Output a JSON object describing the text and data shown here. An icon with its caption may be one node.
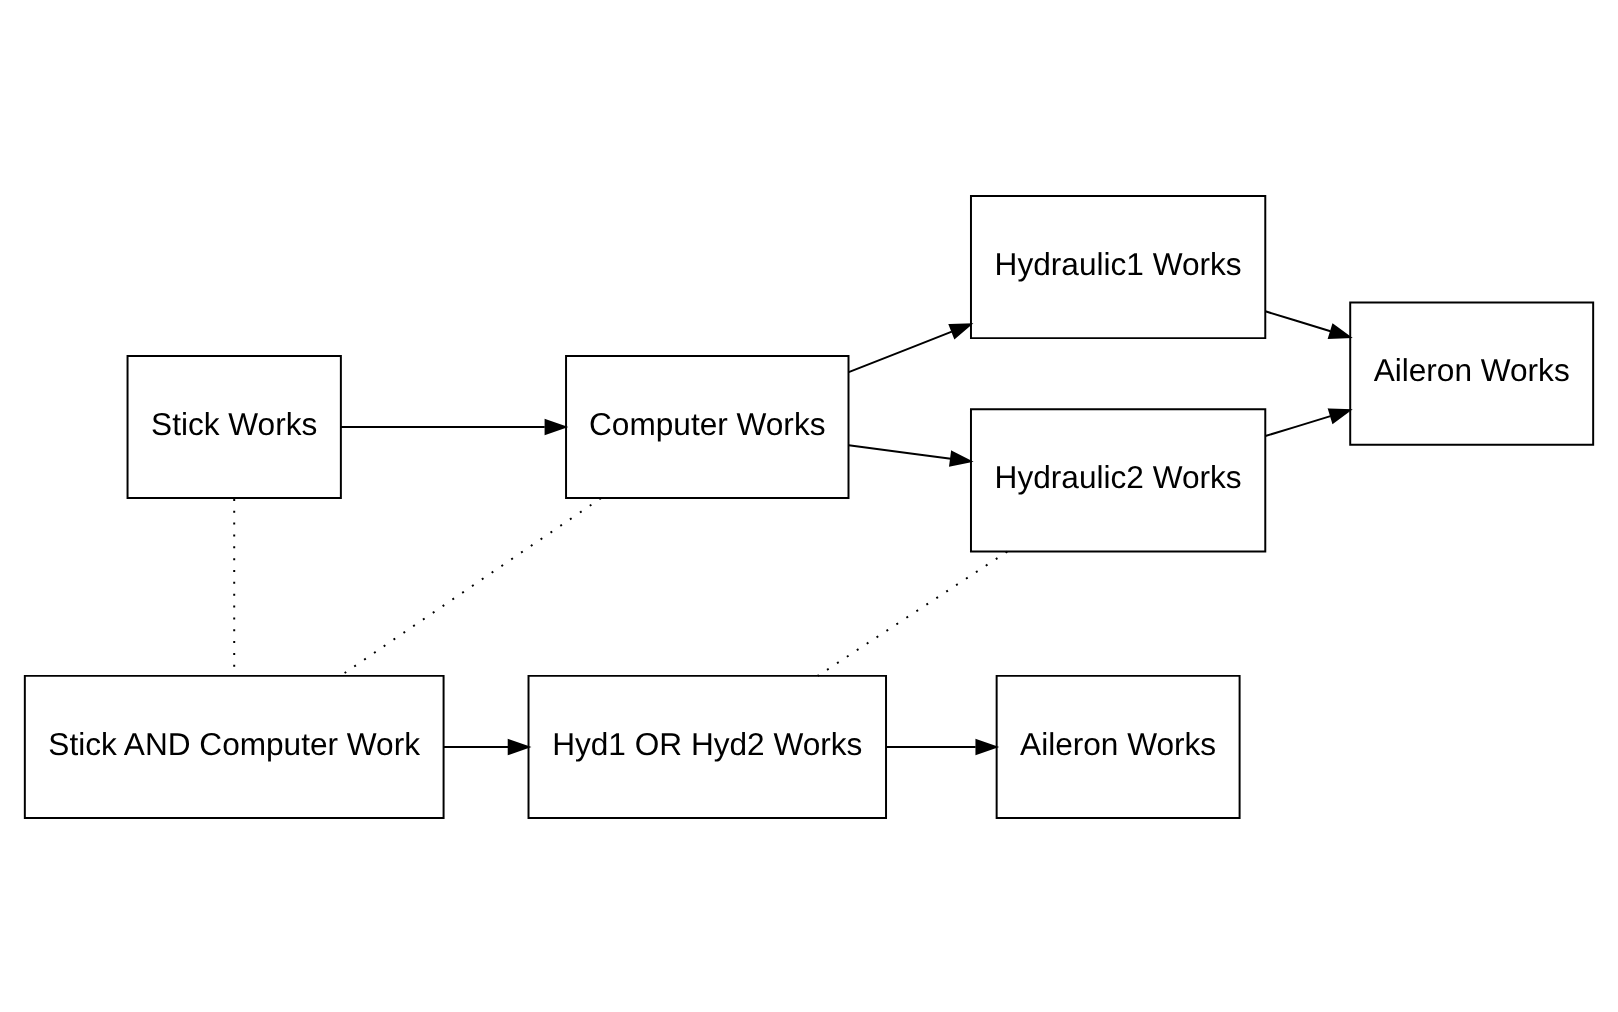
{
  "diagram": {
    "nodes": [
      {
        "text": [
          "Stick Works"
        ]
      },
      {
        "text": [
          "Computer Works"
        ]
      },
      {
        "text": [
          "Hydraulic1 Works"
        ]
      },
      {
        "text": [
          "Hydraulic2 Works"
        ]
      },
      {
        "text": [
          "Aileron Works"
        ]
      },
      {
        "text": [
          "Stick AND Computer Work"
        ]
      },
      {
        "text": [
          "Hyd1 OR Hyd2 Works"
        ]
      },
      {
        "text": [
          "Aileron Works"
        ]
      }
    ],
    "edges": [
      {
        "from": 0,
        "to": 1,
        "arrow": "to"
      },
      {
        "from": 1,
        "to": 2,
        "arrow": "to"
      },
      {
        "from": 1,
        "to": 3,
        "arrow": "to"
      },
      {
        "from": 2,
        "to": 4,
        "arrow": "to"
      },
      {
        "from": 3,
        "to": 4,
        "arrow": "to"
      },
      {
        "from": 0,
        "to": 5,
        "arrow": "none",
        "style": "dashed"
      },
      {
        "from": 1,
        "to": 5,
        "arrow": "none",
        "style": "dashed"
      },
      {
        "from": 3,
        "to": 6,
        "arrow": "none",
        "style": "dashed"
      },
      {
        "from": 5,
        "to": 6,
        "arrow": "to"
      },
      {
        "from": 6,
        "to": 7,
        "arrow": "to"
      }
    ]
  }
}
